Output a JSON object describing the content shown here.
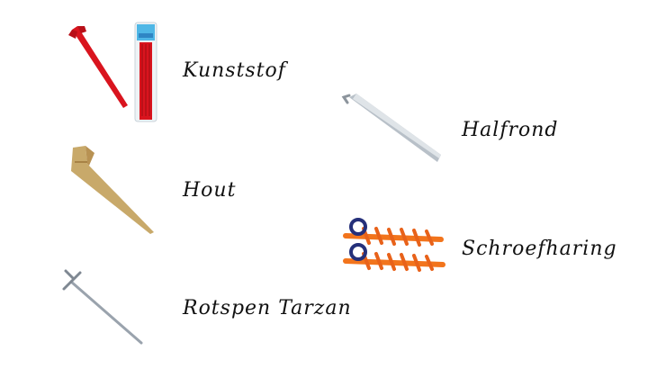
{
  "items": [
    {
      "label": "Kunststof",
      "icon": "plastic-tent-peg-icon",
      "color": "#d9141e"
    },
    {
      "label": "Hout",
      "icon": "wooden-tent-peg-icon",
      "color": "#c8a96a"
    },
    {
      "label": "Rotspen Tarzan",
      "icon": "rock-pin-icon",
      "color": "#9aa3ad"
    },
    {
      "label": "Halfrond",
      "icon": "half-round-peg-icon",
      "color": "#b8c0c8"
    },
    {
      "label": "Schroefharing",
      "icon": "screw-peg-icon",
      "color": "#f2741c"
    }
  ]
}
